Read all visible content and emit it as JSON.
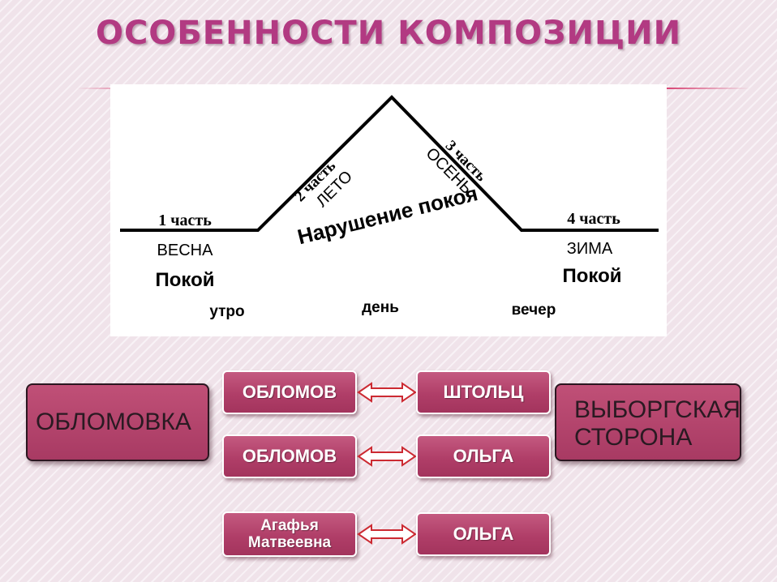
{
  "title": "ОСОБЕННОСТИ КОМПОЗИЦИИ",
  "diagram": {
    "parts": [
      {
        "part": "1 часть",
        "season": "ВЕСНА",
        "state": "Покой",
        "time": "утро"
      },
      {
        "part": "2 часть",
        "season": "ЛЕТО"
      },
      {
        "part": "3 часть",
        "season": "ОСЕНЬ"
      },
      {
        "part": "4 часть",
        "season": "ЗИМА",
        "state": "Покой",
        "time": "вечер"
      }
    ],
    "center_state": "Нарушение покоя",
    "center_time": "день"
  },
  "left_box": "ОБЛОМОВКА",
  "right_box": [
    "ВЫБОРГСКАЯ",
    "СТОРОНА"
  ],
  "pairs": [
    {
      "left": "ОБЛОМОВ",
      "right": "ШТОЛЬЦ"
    },
    {
      "left": "ОБЛОМОВ",
      "right": "ОЛЬГА"
    },
    {
      "left_lines": [
        "Агафья",
        "Матвеевна"
      ],
      "right": "ОЛЬГА"
    }
  ],
  "colors": {
    "title": "#b23a82",
    "box": "#b03e68",
    "line": "#000000"
  }
}
